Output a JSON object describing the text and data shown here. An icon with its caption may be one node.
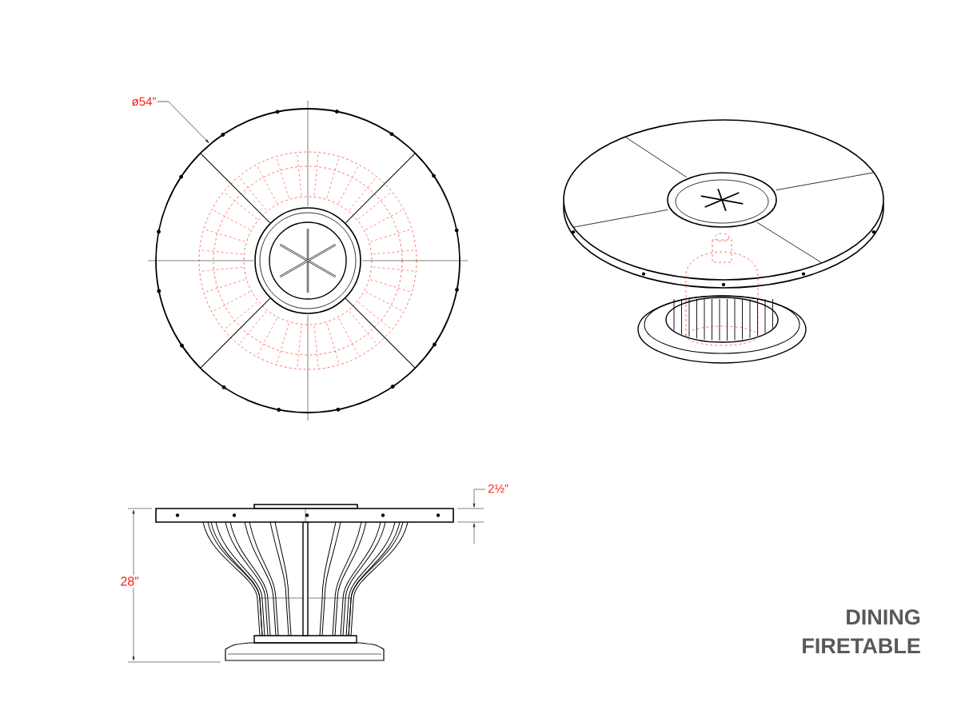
{
  "diagram": {
    "title": "DINING FIRETABLE",
    "nodes": [
      {
        "text": [
          "ø54”"
        ]
      },
      {
        "text": [],
        "shape": "picture"
      }
    ],
    "edges": [
      {
        "from": 0,
        "to": 1,
        "arrow": "to"
      }
    ],
    "labels": [
      "2½”",
      "28”"
    ]
  }
}
